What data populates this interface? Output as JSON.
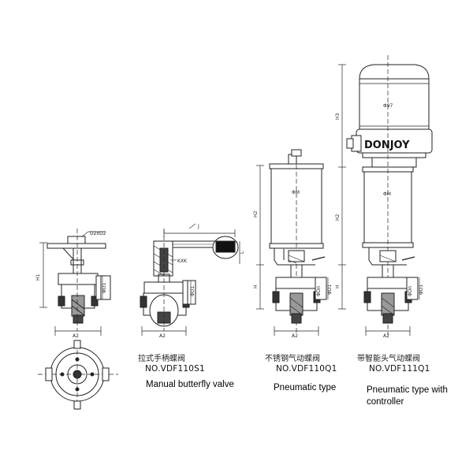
{
  "brand": "DONJOY",
  "dims": {
    "d2d2": "D2xD2",
    "a2": "A2",
    "h1": "H1",
    "h2": "H2",
    "h": "H",
    "l": "L",
    "j": "J",
    "kxk": "KXK",
    "d1": "ΦD1",
    "dn": "ΦDn",
    "dm": "ΦM",
    "d97": "Φ97",
    "h3": "H3"
  },
  "products": [
    {
      "cn": "拉式手柄蝶阀",
      "code": "NO.VDF110S1",
      "en": "Manual butterfly valve"
    },
    {
      "cn": "不锈钢气动蝶阀",
      "code": "NO.VDF110Q1",
      "en": "Pneumatic type"
    },
    {
      "cn": "带智能头气动蝶阀",
      "code": "NO.VDF111Q1",
      "en": "Pneumatic type with controller"
    }
  ]
}
